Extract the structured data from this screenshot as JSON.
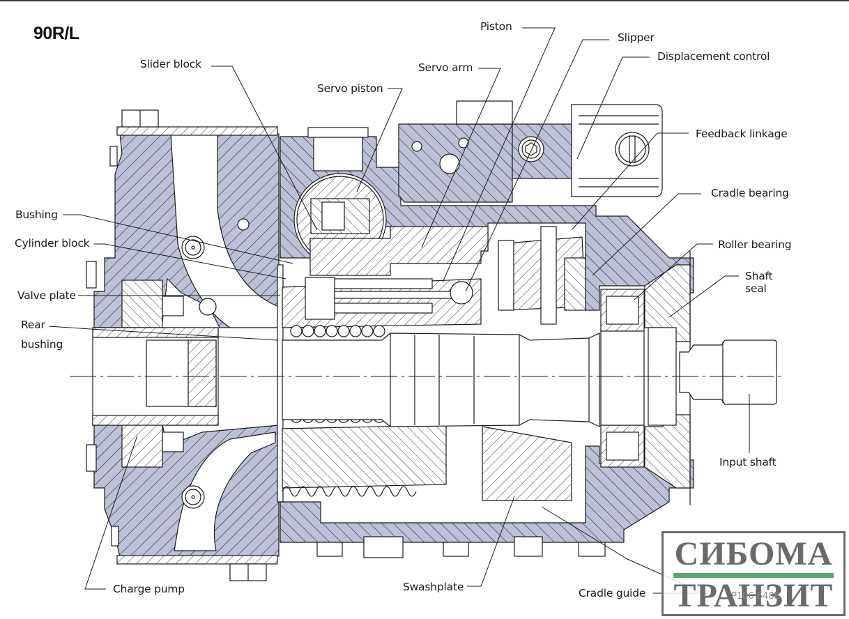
{
  "title": "90R/L",
  "colors": {
    "housing_fill": "#bcc1d8",
    "line": "#1a1a1a",
    "logo_text": "#6a6a6a",
    "logo_bar": "#5aa874"
  },
  "labels": {
    "slider_block": "Slider block",
    "servo_piston": "Servo piston",
    "servo_arm": "Servo arm",
    "piston": "Piston",
    "slipper": "Slipper",
    "displacement_control": "Displacement control",
    "feedback_linkage": "Feedback linkage",
    "cradle_bearing": "Cradle bearing",
    "roller_bearing": "Roller bearing",
    "shaft_seal": "Shaft seal",
    "input_shaft": "Input shaft",
    "bushing": "Bushing",
    "cylinder_block": "Cylinder block",
    "valve_plate": "Valve plate",
    "rear_bushing_line1": "Rear",
    "rear_bushing_line2": "bushing",
    "charge_pump": "Charge pump",
    "swashplate": "Swashplate",
    "cradle_guide": "Cradle guide"
  },
  "drawing_number": "P106 648E",
  "logo": {
    "line1": "СИБОМА",
    "line2": "ТРАНЗИТ"
  }
}
